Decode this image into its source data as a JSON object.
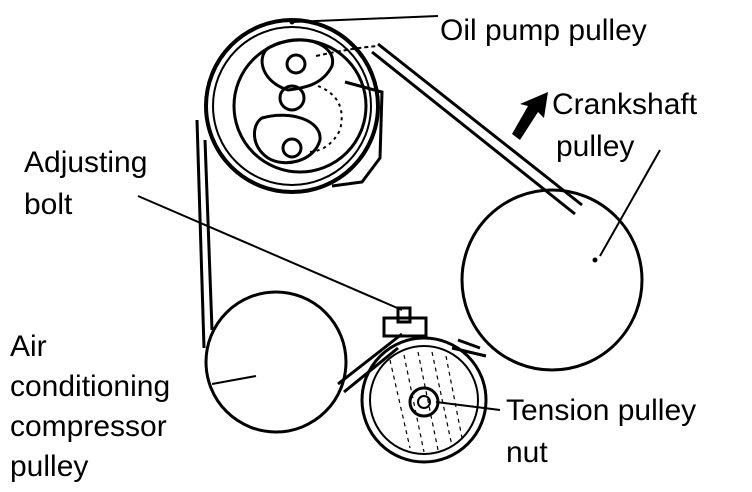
{
  "diagram": {
    "labels": {
      "oil_pump_pulley": "Oil pump pulley",
      "crankshaft_line1": "Crankshaft",
      "crankshaft_line2": "pulley",
      "adjusting_line1": "Adjusting",
      "adjusting_line2": "bolt",
      "air_line1": "Air",
      "air_line2": "conditioning",
      "air_line3": "compressor",
      "air_line4": "pulley",
      "tension_line1": "Tension pulley",
      "tension_line2": "nut"
    },
    "colors": {
      "ink": "#000000",
      "paper": "#ffffff"
    }
  }
}
